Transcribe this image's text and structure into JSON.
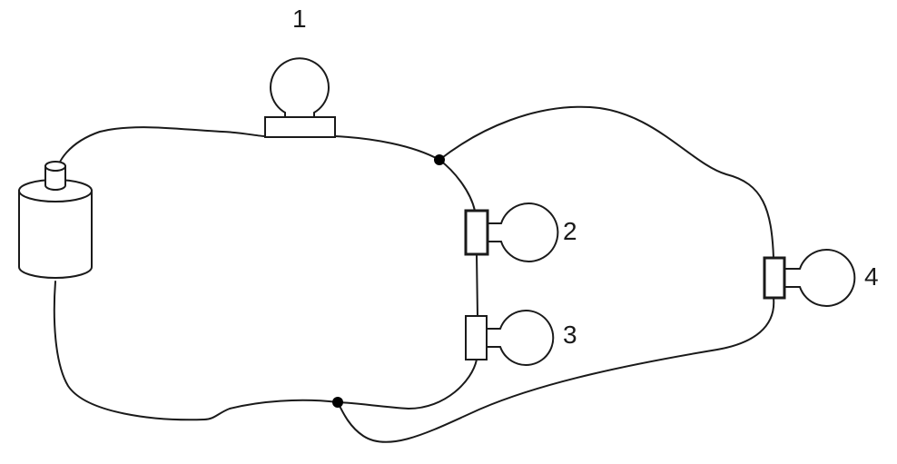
{
  "diagram": {
    "bulbs": [
      {
        "label": "1"
      },
      {
        "label": "2"
      },
      {
        "label": "3"
      },
      {
        "label": "4"
      }
    ]
  }
}
